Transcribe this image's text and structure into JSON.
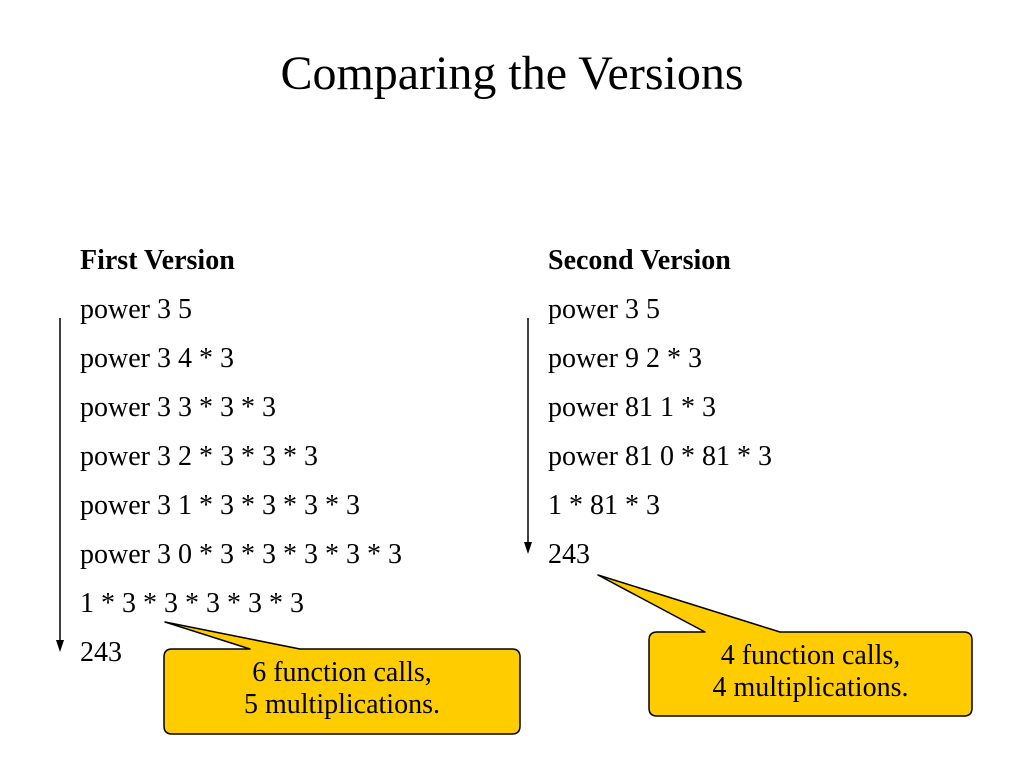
{
  "slide": {
    "title": "Comparing the Versions"
  },
  "first_version": {
    "heading": "First Version",
    "lines": [
      "power 3 5",
      "power 3 4 * 3",
      "power 3 3 * 3 * 3",
      "power 3 2 * 3 * 3 * 3",
      "power 3 1 * 3 * 3 * 3 * 3",
      "power 3 0 * 3 * 3 * 3 * 3 * 3",
      "1 * 3 * 3 * 3 * 3 * 3",
      "243"
    ],
    "callout": {
      "line1": "6 function calls,",
      "line2": "5 multiplications."
    }
  },
  "second_version": {
    "heading": "Second Version",
    "lines": [
      "power 3 5",
      "power 9 2 * 3",
      "power 81 1 * 3",
      "power 81 0 * 81 * 3",
      "1 * 81 * 3",
      "243"
    ],
    "callout": {
      "line1": "4 function calls,",
      "line2": "4 multiplications."
    }
  },
  "colors": {
    "callout_fill": "#FFCC00",
    "callout_border": "#000000",
    "text": "#000000"
  }
}
